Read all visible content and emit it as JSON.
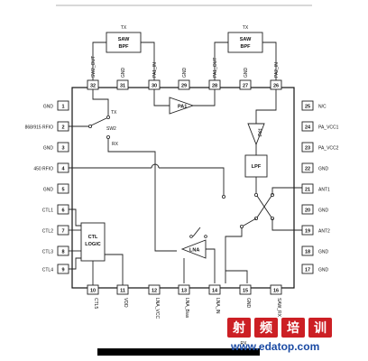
{
  "pins": {
    "1": "GND",
    "2": "868/915 RFIO",
    "3": "GND",
    "4": "450 RFIO",
    "5": "GND",
    "6": "CTL1",
    "7": "CTL2",
    "8": "CTL3",
    "9": "CTL4",
    "10": "CTL5",
    "11": "VDD",
    "12": "LNA_VCC",
    "13": "LNA_Bias",
    "14": "LNA_IN",
    "15": "GND",
    "16": "SAW_RX",
    "17": "GND",
    "18": "GND",
    "19": "ANT2",
    "20": "GND",
    "21": "ANT1",
    "22": "GND",
    "23": "PA_VCC2",
    "24": "PA_VCC1",
    "25": "N/C",
    "26": "PA2_IN",
    "27": "GND",
    "28": "PA1_OUT",
    "29": "GND",
    "30": "PA1_IN",
    "31": "GND",
    "32": "SW2_OUT"
  },
  "blocks": {
    "saw_left_line1": "SAW",
    "saw_left_line2": "BPF",
    "saw_left_tag": "TX",
    "saw_right_line1": "SAW",
    "saw_right_line2": "BPF",
    "saw_right_tag": "TX",
    "pa1": "PA1",
    "pa2": "PA2",
    "lpf": "LPF",
    "lna": "LNA",
    "ctl_line1": "CTL",
    "ctl_line2": "LOGIC",
    "sw2": "SW2",
    "sw2_tx": "TX",
    "sw2_rx": "RX",
    "rx_tag": "RX"
  },
  "watermark": {
    "brand_chars": [
      "射",
      "频",
      "培",
      "训"
    ],
    "url": "www.edatop.com"
  }
}
